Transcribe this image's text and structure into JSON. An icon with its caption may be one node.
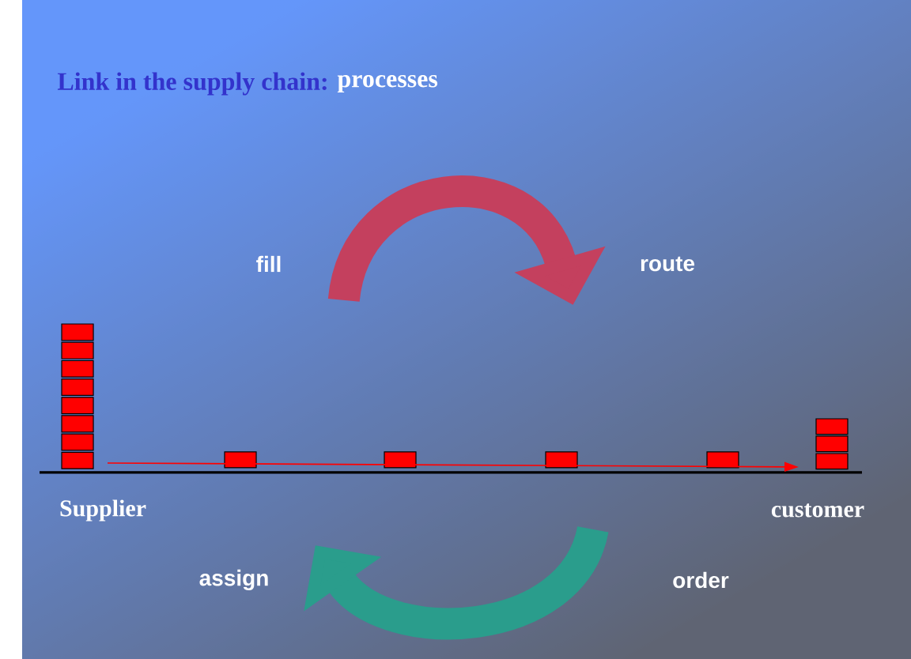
{
  "diagram": {
    "title": "Link in the supply chain:",
    "nodes": [
      {
        "text": [
          "Supplier"
        ]
      },
      {
        "text": [
          "customer"
        ]
      },
      {
        "text": [
          "fill"
        ]
      },
      {
        "text": [
          "route"
        ]
      },
      {
        "text": [
          "assign"
        ]
      },
      {
        "text": [
          "order"
        ]
      }
    ],
    "edges": [
      {
        "from": 0,
        "to": 1,
        "arrow": "to",
        "color": "#ff0000"
      },
      {
        "from": 2,
        "to": 3,
        "arrow": "to",
        "color": "#c4405e"
      },
      {
        "from": 5,
        "to": 4,
        "arrow": "to",
        "color": "#2a9d8c"
      }
    ],
    "labels": [
      "processes"
    ]
  }
}
